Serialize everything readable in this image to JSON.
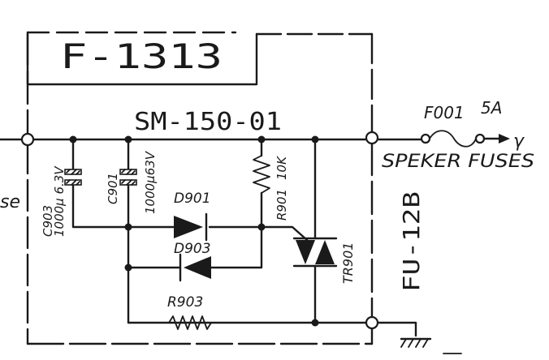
{
  "board_title": "F-1313",
  "board_code": "SM-150-01",
  "fuse_board": "FU-12B",
  "fuse_heading": "SPEKER FUSES",
  "fuse": {
    "ref": "F001",
    "rating": "5A",
    "out_mark": "γ"
  },
  "left_fragment": "se",
  "components": {
    "c903": {
      "ref": "C903",
      "value": "1000μ 6.3V"
    },
    "c901": {
      "ref": "C901",
      "value": "1000μ63V"
    },
    "d901": {
      "ref": "D901"
    },
    "d903": {
      "ref": "D903"
    },
    "r901": {
      "ref": "R901",
      "value": "10K"
    },
    "r903": {
      "ref": "R903"
    },
    "tr901": {
      "ref": "TR901"
    }
  },
  "colors": {
    "ink": "#1a1a1a",
    "paper": "#ffffff"
  }
}
